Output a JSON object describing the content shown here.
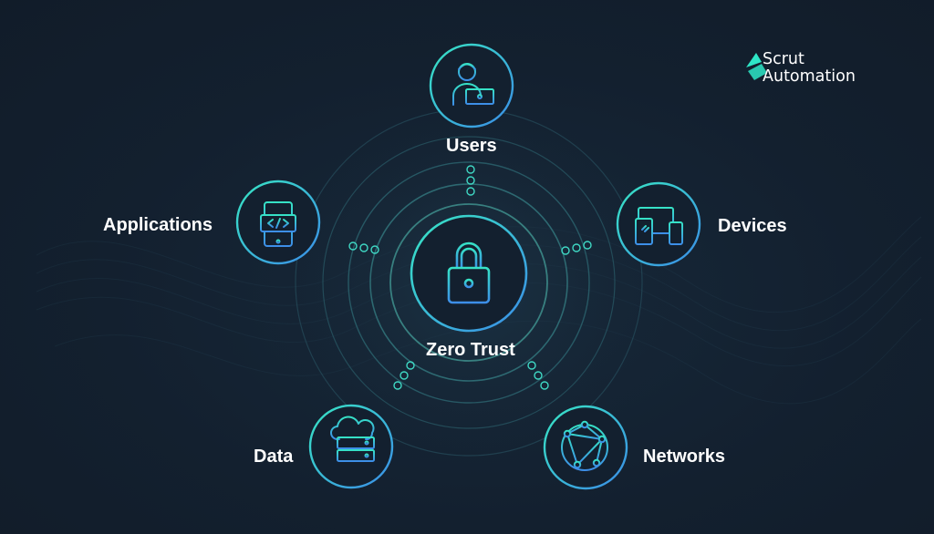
{
  "brand": {
    "line1": "Scrut",
    "line2": "Automation",
    "accent": "#2ee6c7"
  },
  "center": {
    "label": "Zero Trust",
    "icon": "padlock-icon"
  },
  "pillars": {
    "users": {
      "label": "Users",
      "icon": "user-laptop-icon"
    },
    "devices": {
      "label": "Devices",
      "icon": "devices-icon"
    },
    "networks": {
      "label": "Networks",
      "icon": "globe-network-icon"
    },
    "data": {
      "label": "Data",
      "icon": "cloud-server-icon"
    },
    "applications": {
      "label": "Applications",
      "icon": "code-app-icon"
    }
  },
  "colors": {
    "background": "#13202f",
    "teal": "#33e0c9",
    "blue": "#3c8fe6",
    "text": "#ffffff"
  }
}
